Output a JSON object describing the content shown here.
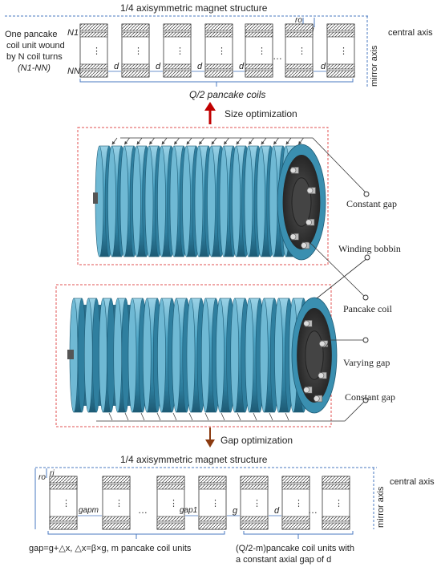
{
  "top_section": {
    "title": "1/4 axisymmetric magnet structure",
    "central_axis": "central axis",
    "mirror_axis": "mirror axis",
    "coil_desc": [
      "One pancake",
      "coil unit wound",
      "by N coil turns"
    ],
    "coil_range": "(N1-NN)",
    "n1": "N1",
    "nn": "NN",
    "ro": "ro",
    "ri": "ri",
    "gap_d": "d",
    "pancake_coils": "Q/2  pancake coils",
    "dots": "⋮",
    "hdots": "…"
  },
  "size_opt": "Size optimization",
  "gap_opt": "Gap optimization",
  "labels": {
    "constant_gap_1": "Constant gap",
    "winding_bobbin": "Winding bobbin",
    "pancake_coil": "Pancake coil",
    "varying_gap": "Varying gap",
    "constant_gap_2": "Constant gap"
  },
  "bottom_section": {
    "title": "1/4 axisymmetric magnet structure",
    "central_axis": "central axis",
    "mirror_axis": "mirror axis",
    "ro": "ro",
    "ri": "ri",
    "gap_m": "gapm",
    "gap_1": "gap1",
    "g": "g",
    "d": "d",
    "left_caption": "gap=g+△x, △x=β×g, m pancake coil units",
    "right_caption": [
      "(Q/2-m)pancake coil units with",
      "a constant axial gap of d"
    ]
  },
  "colors": {
    "coil_blue": "#3f97b8",
    "coil_light": "#7fc3dc",
    "coil_dark": "#1f5f7a",
    "arrow_red": "#c00000",
    "arrow_brown": "#8b3a10",
    "frame_red": "#e05050",
    "axis_blue": "#4a78c0"
  }
}
